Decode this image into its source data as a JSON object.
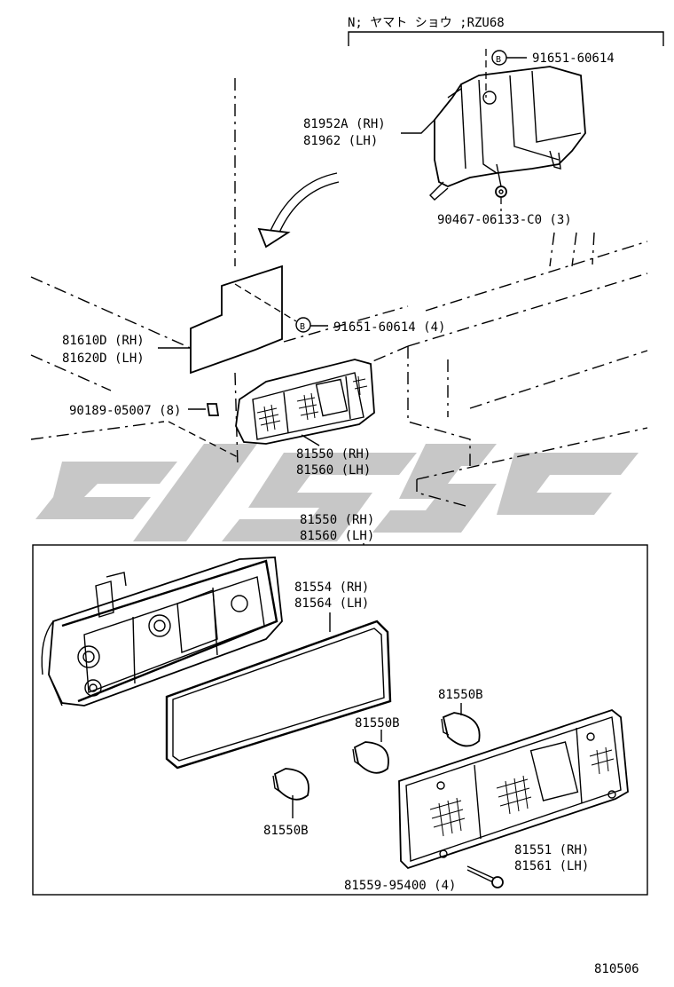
{
  "header": {
    "note": "N; ヤマト ショウ ;RZU68"
  },
  "callouts": {
    "bolt_top": "91651-60614",
    "bracket": {
      "line1": "81952A (RH)",
      "line2": "81962  (LH)"
    },
    "nut": "90467-06133-C0 (3)",
    "bolt_mid": "91651-60614 (4)",
    "protector": {
      "line1": "81610D (RH)",
      "line2": "81620D (LH)"
    },
    "clip": "90189-05007 (8)",
    "lamp_assy": {
      "line1": "81550 (RH)",
      "line2": "81560 (LH)"
    },
    "lamp_assy_box": {
      "line1": "81550 (RH)",
      "line2": "81560 (LH)"
    },
    "gasket": {
      "line1": "81554 (RH)",
      "line2": "81564 (LH)"
    },
    "bulb_right": "81550B",
    "bulb_mid": "81550B",
    "bulb_left": "81550B",
    "lens": {
      "line1": "81551 (RH)",
      "line2": "81561 (LH)"
    },
    "screw": "81559-95400 (4)",
    "bolt_mark": "B"
  },
  "footer": {
    "diagram_number": "810506"
  }
}
